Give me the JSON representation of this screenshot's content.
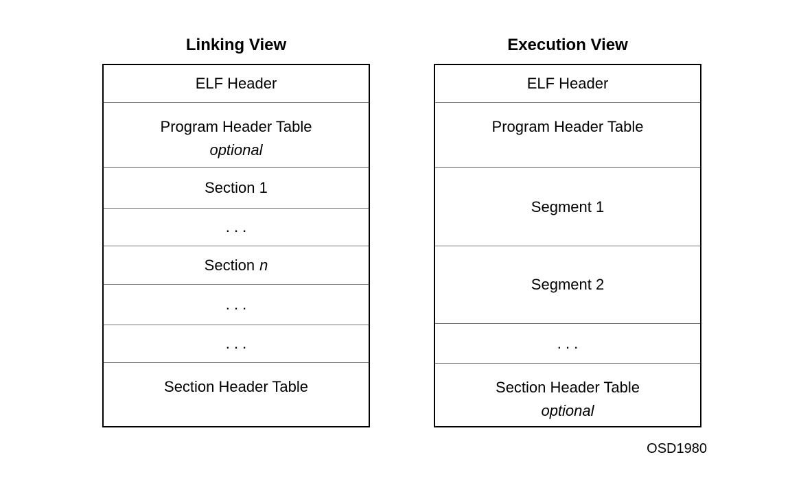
{
  "figure": {
    "id_label": "OSD1980"
  },
  "colors": {
    "background": "#ffffff",
    "outer_border": "#000000",
    "divider": "#757575",
    "text": "#000000"
  },
  "diagram": {
    "columns": [
      {
        "title": "Linking View",
        "rows": [
          {
            "label": "ELF Header"
          },
          {
            "label": "Program Header Table",
            "sublabel": "optional"
          },
          {
            "label": "Section 1"
          },
          {
            "label": ". . ."
          },
          {
            "label": "Section",
            "italic_suffix": "n"
          },
          {
            "label": ". . ."
          },
          {
            "label": ". . ."
          },
          {
            "label": "Section Header Table"
          }
        ]
      },
      {
        "title": "Execution View",
        "rows": [
          {
            "label": "ELF Header"
          },
          {
            "label": "Program Header Table"
          },
          {
            "label": "Segment 1"
          },
          {
            "label": "Segment 2"
          },
          {
            "label": ". . ."
          },
          {
            "label": "Section Header Table",
            "sublabel": "optional"
          }
        ]
      }
    ]
  }
}
